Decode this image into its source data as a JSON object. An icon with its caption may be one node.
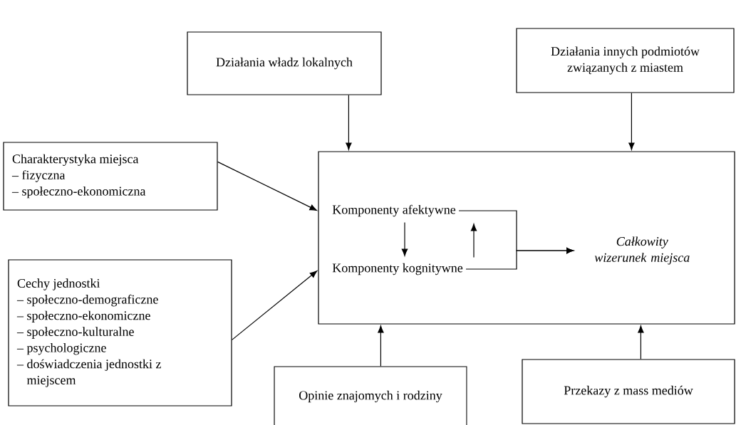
{
  "diagram": {
    "nodes": [
      {
        "text": [
          "Działania władz lokalnych"
        ]
      },
      {
        "text": [
          "Działania innych podmiotów związanych z miastem"
        ]
      },
      {
        "text": [
          "Charakterystyka miejsca",
          "– fizyczna",
          "– społeczno-ekonomiczna"
        ]
      },
      {
        "text": [
          "Cechy jednostki",
          "– społeczno-demograficzne",
          "– społeczno-ekonomiczne",
          "– społeczno-kulturalne",
          "– psychologiczne",
          "– doświadczenia jednostki z miejscem"
        ]
      },
      {
        "text": [],
        "shape": "box"
      },
      {
        "text": [
          "Komponenty afektywne"
        ],
        "in": 4
      },
      {
        "text": [
          "Komponenty kognitywne"
        ],
        "in": 4
      },
      {
        "text": [
          "Całkowity wizerunek miejsca"
        ],
        "in": 4
      },
      {
        "text": [
          "Opinie znajomych i rodziny"
        ]
      },
      {
        "text": [
          "Przekazy z mass mediów"
        ]
      }
    ],
    "edges": [
      {
        "from": 0,
        "to": 4,
        "arrow": "to"
      },
      {
        "from": 1,
        "to": 4,
        "arrow": "to"
      },
      {
        "from": 2,
        "to": 4,
        "arrow": "to"
      },
      {
        "from": 3,
        "to": 4,
        "arrow": "to"
      },
      {
        "from": 5,
        "to": 6,
        "arrow": "to"
      },
      {
        "from": 6,
        "to": 5,
        "arrow": "to"
      },
      {
        "from": 5,
        "to": 7,
        "arrow": "to"
      },
      {
        "from": 6,
        "to": 7,
        "arrow": "to"
      },
      {
        "from": 8,
        "to": 4,
        "arrow": "to"
      },
      {
        "from": 9,
        "to": 4,
        "arrow": "to"
      }
    ]
  }
}
